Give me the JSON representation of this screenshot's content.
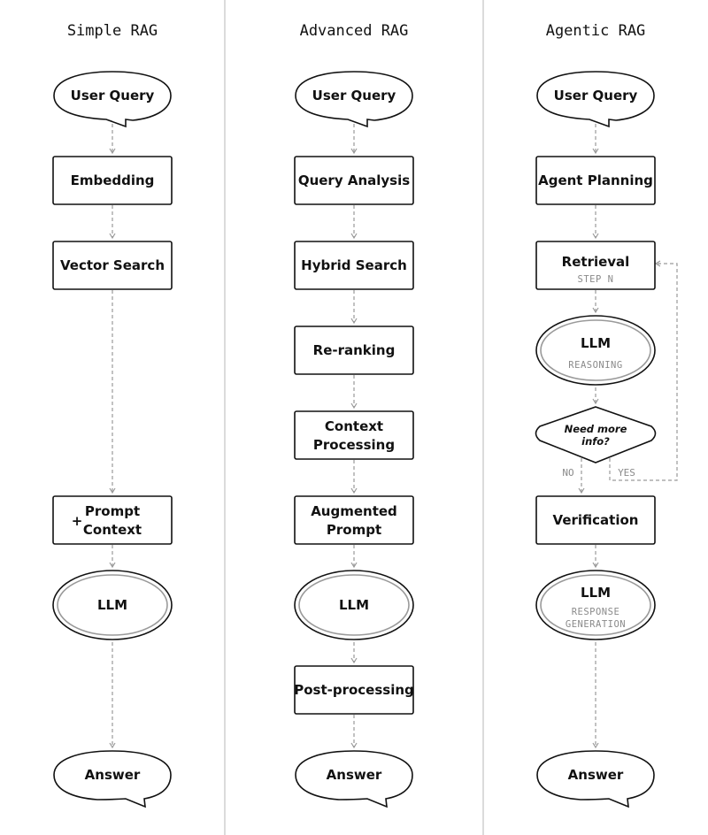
{
  "columns": [
    {
      "title": "Simple RAG",
      "nodes": {
        "query": "User Query",
        "embedding": "Embedding",
        "vector_search": "Vector Search",
        "prompt_plus": "+",
        "prompt_1": "Prompt",
        "prompt_2": "Context",
        "llm": "LLM",
        "answer": "Answer"
      }
    },
    {
      "title": "Advanced RAG",
      "nodes": {
        "query": "User Query",
        "query_analysis": "Query Analysis",
        "hybrid_search": "Hybrid Search",
        "reranking": "Re-ranking",
        "context_1": "Context",
        "context_2": "Processing",
        "augmented_1": "Augmented",
        "augmented_2": "Prompt",
        "llm": "LLM",
        "post_processing": "Post-processing",
        "answer": "Answer"
      }
    },
    {
      "title": "Agentic RAG",
      "nodes": {
        "query": "User Query",
        "agent_planning": "Agent Planning",
        "retrieval": "Retrieval",
        "retrieval_sub": "STEP N",
        "llm": "LLM",
        "llm_sub": "REASONING",
        "decision_1": "Need more",
        "decision_2": "info?",
        "no_label": "NO",
        "yes_label": "YES",
        "verification": "Verification",
        "llm2": "LLM",
        "llm2_sub_1": "RESPONSE",
        "llm2_sub_2": "GENERATION",
        "answer": "Answer"
      }
    }
  ]
}
